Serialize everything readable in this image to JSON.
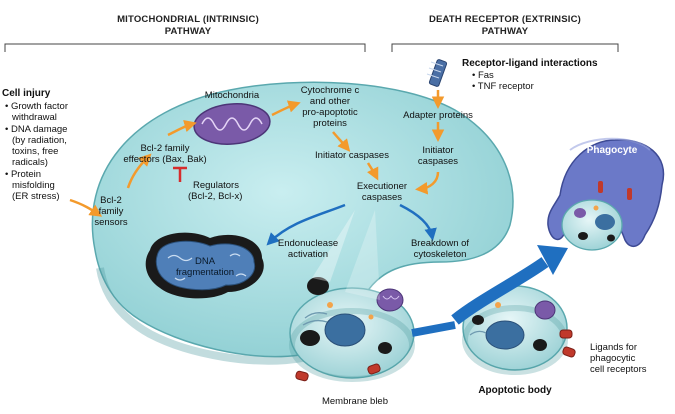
{
  "headers": {
    "intrinsic": [
      "MITOCHONDRIAL (INTRINSIC)",
      "PATHWAY"
    ],
    "extrinsic": [
      "DEATH RECEPTOR (EXTRINSIC)",
      "PATHWAY"
    ]
  },
  "cell_injury": {
    "title": "Cell injury",
    "items": [
      [
        "• Growth factor",
        "withdrawal"
      ],
      [
        "• DNA damage",
        "(by radiation,",
        "toxins, free",
        "radicals)"
      ],
      [
        "• Protein",
        "misfolding",
        "(ER stress)"
      ]
    ]
  },
  "receptor": {
    "title": "Receptor-ligand interactions",
    "items": [
      "• Fas",
      "• TNF receptor"
    ]
  },
  "labels": {
    "bcl2_sensors": [
      "Bcl-2",
      "family",
      "sensors"
    ],
    "bcl2_effectors": [
      "Bcl-2 family",
      "effectors (Bax, Bak)"
    ],
    "mitochondria": "Mitochondria",
    "regulators": [
      "Regulators",
      "(Bcl-2, Bcl-x)"
    ],
    "cytochrome": [
      "Cytochrome c",
      "and other",
      "pro-apoptotic",
      "proteins"
    ],
    "adapter": "Adapter proteins",
    "initiator_right": [
      "Initiator",
      "caspases"
    ],
    "initiator_left": "Initiator caspases",
    "executioner": [
      "Executioner",
      "caspases"
    ],
    "endonuclease": [
      "Endonuclease",
      "activation"
    ],
    "breakdown": [
      "Breakdown of",
      "cytoskeleton"
    ],
    "dna_frag": [
      "DNA",
      "fragmentation"
    ],
    "phagocyte": "Phagocyte",
    "ligands": [
      "Ligands for",
      "phagocytic",
      "cell receptors"
    ],
    "apoptotic_body": "Apoptotic body",
    "membrane_bleb": "Membrane bleb"
  },
  "colors": {
    "cell_fill": "#a9dcdf",
    "cell_edge": "#5aa8ae",
    "arrow_orange": "#f39a2c",
    "arrow_blue": "#1f6fc0",
    "mito": "#7a5aa8",
    "phagocyte": "#6b79c8"
  }
}
